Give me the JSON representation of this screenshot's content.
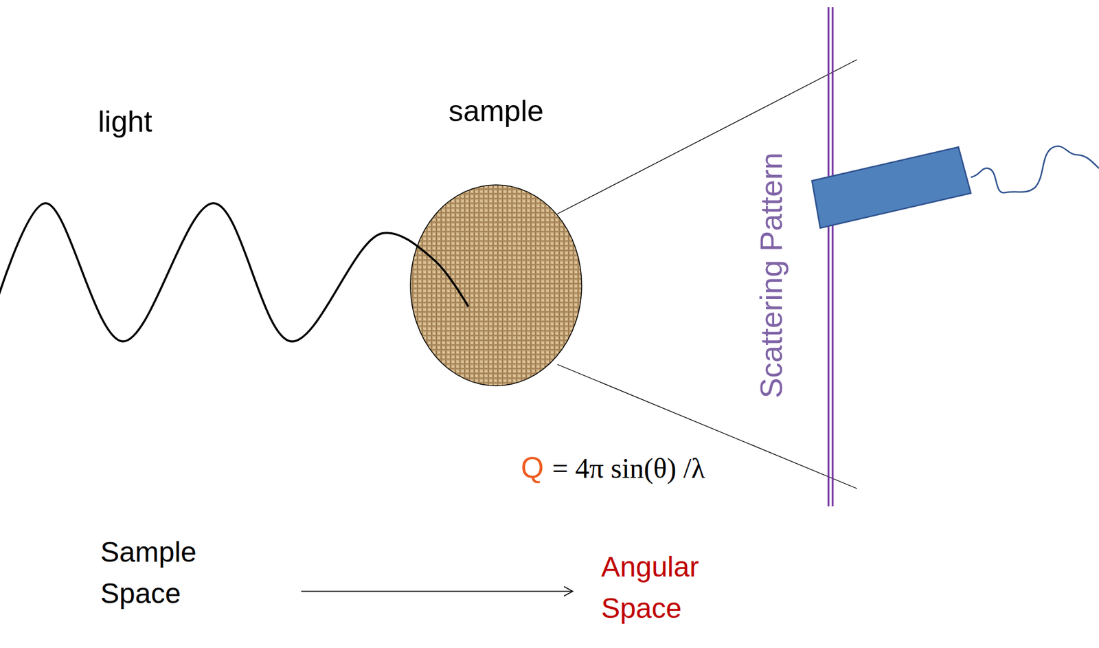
{
  "diagram": {
    "nodes": [
      {
        "text": [
          "sample"
        ]
      }
    ],
    "labels": [
      "light",
      "Scattering Pattern",
      "Q",
      "= 4π sin(θ) /λ",
      "Sample Space",
      "Angular Space"
    ]
  }
}
